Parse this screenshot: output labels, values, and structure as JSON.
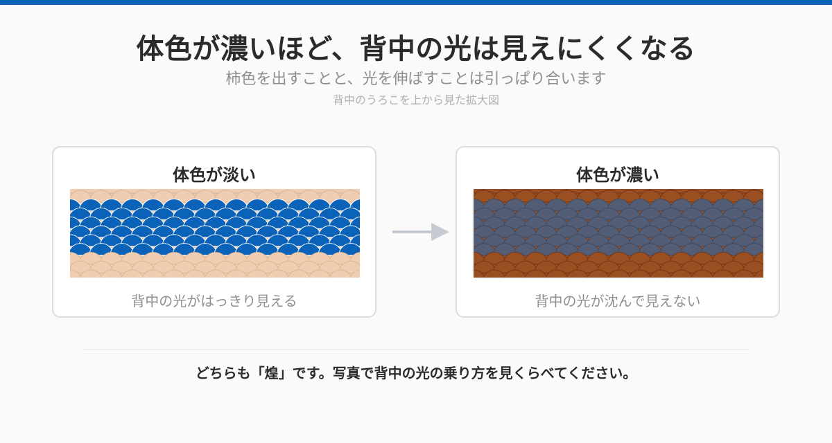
{
  "header": {
    "title": "体色が濃いほど、背中の光は見えにくくなる",
    "subtitle": "柿色を出すことと、光を伸ばすことは引っぱり合います",
    "caption": "背中のうろこを上から見た拡大図"
  },
  "panels": [
    {
      "title": "体色が淡い",
      "caption": "背中の光がはっきり見える",
      "colors": {
        "body": "#f0cdb0",
        "body_stroke": "#d9b597",
        "back": "#0a63b8",
        "back_stroke": "#ffffff"
      }
    },
    {
      "title": "体色が濃い",
      "caption": "背中の光が沈んで見えない",
      "colors": {
        "body": "#9a4f22",
        "body_stroke": "#6f3514",
        "back": "#535d76",
        "back_stroke": "#3f475c"
      }
    }
  ],
  "arrow": {
    "icon": "right-arrow-icon",
    "color": "#c5cad3"
  },
  "footer": {
    "text": "どちらも「煌」です。写真で背中の光の乗り方を見くらべてください。"
  },
  "colors": {
    "accent": "#0a63b8",
    "title": "#2b2b2b",
    "muted": "#8f8f8f"
  }
}
